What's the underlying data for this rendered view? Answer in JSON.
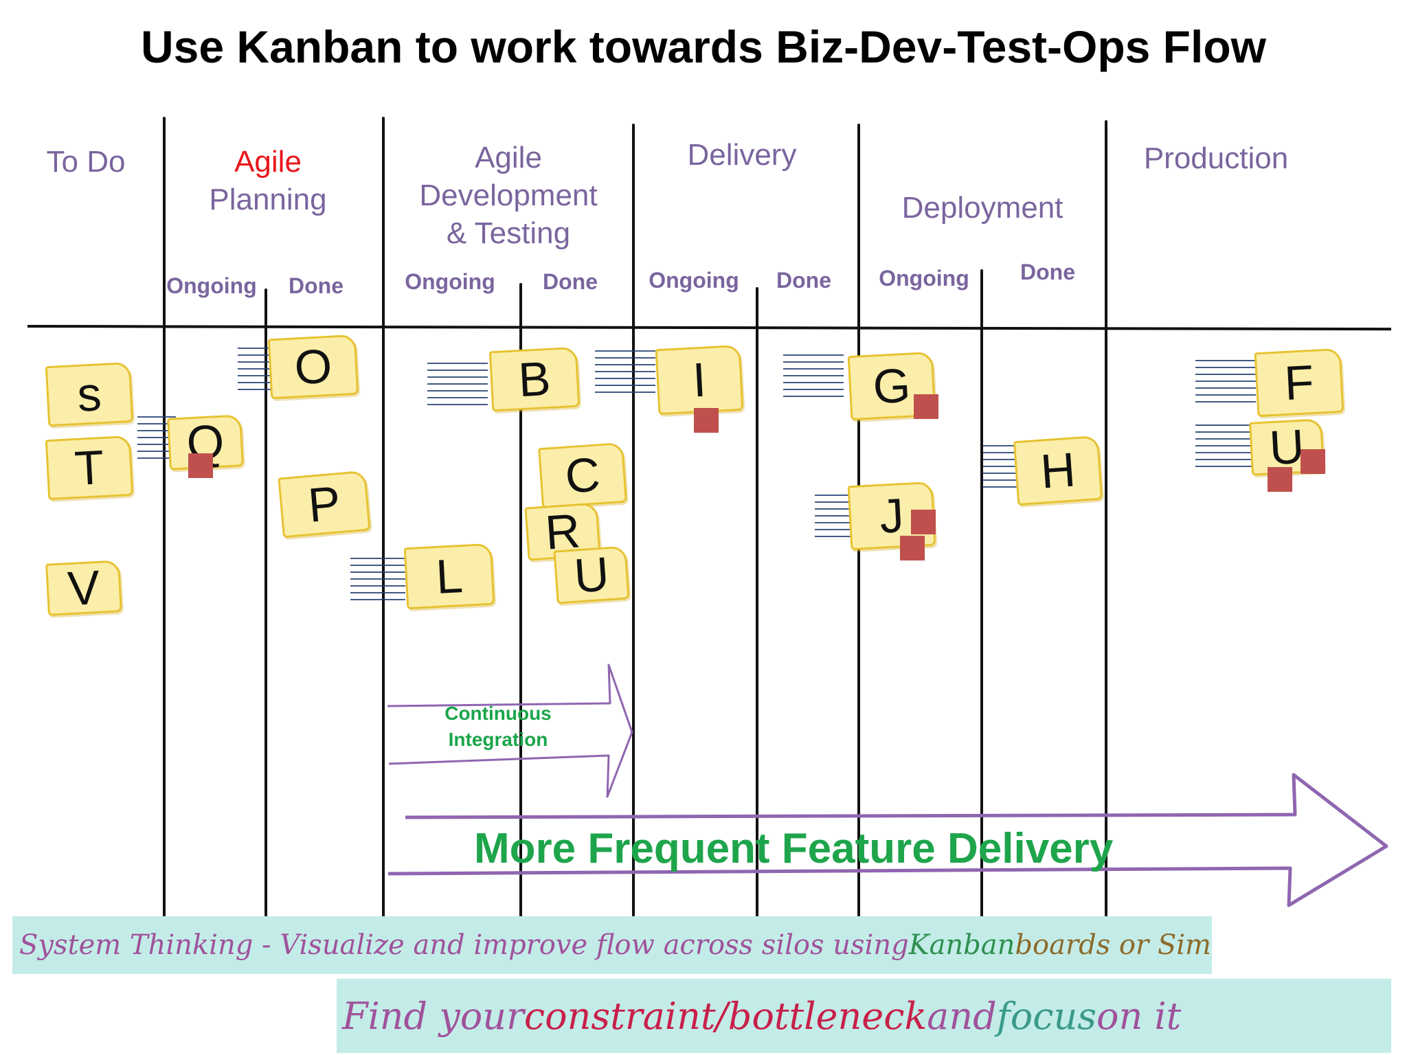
{
  "title": "Use Kanban to work towards Biz-Dev-Test-Ops Flow",
  "columns": {
    "todo": "To Do",
    "planning_line1": "Agile",
    "planning_line2": "Planning",
    "dev_line1": "Agile",
    "dev_line2": "Development",
    "dev_line3": "& Testing",
    "delivery": "Delivery",
    "deployment": "Deployment",
    "production": "Production"
  },
  "subcolumns": {
    "ongoing": "Ongoing",
    "done": "Done"
  },
  "cards": {
    "S": "s",
    "T": "T",
    "V": "V",
    "Q": "Q",
    "O": "O",
    "P": "P",
    "B": "B",
    "C": "C",
    "R": "R",
    "U": "U",
    "L": "L",
    "I": "I",
    "G": "G",
    "J": "J",
    "H": "H",
    "F": "F",
    "U2": "U"
  },
  "arrows": {
    "continuous_integration": "Continuous Integration",
    "feature_delivery": "More Frequent Feature Delivery"
  },
  "banner1": {
    "part1": "System Thinking - Visualize and improve flow across silos using ",
    "part2": "Kanban",
    "part3": " boards or Similar"
  },
  "banner2": {
    "part1": "Find your ",
    "part2": "constraint/bottleneck",
    "part3": " and ",
    "part4": "focus",
    "part5": " on it"
  },
  "colors": {
    "header": "#7a659e",
    "planning_accent": "#e8161b",
    "card_fill": "#fbeeaa",
    "card_border": "#e7c232",
    "blocker": "#c0504d",
    "arrow": "#8f66b0",
    "green_text": "#1ea54b"
  }
}
